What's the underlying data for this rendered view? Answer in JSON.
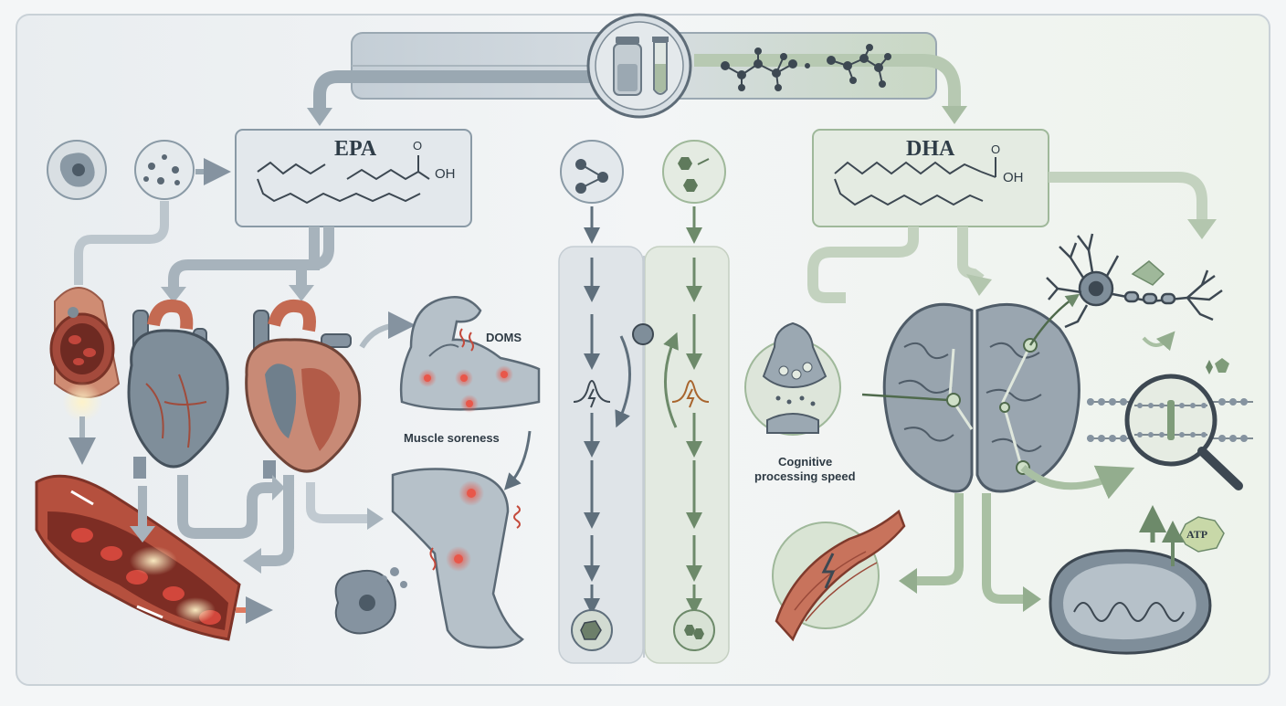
{
  "labels": {
    "epa": "EPA",
    "dha": "DHA",
    "oh_epa": "OH",
    "oh_dha": "OH",
    "o_epa": "O",
    "o_dha": "O",
    "doms": "DOMS",
    "muscle_soreness": "Muscle soreness",
    "cognitive_line1": "Cognitive",
    "cognitive_line2": "processing speed",
    "atp": "ATP"
  },
  "colors": {
    "epa_accent": "#8a9aa6",
    "dha_accent": "#9fb89a",
    "inflammation": "#d9574a",
    "vessel": "#b5503e",
    "background": "#f4f6f7"
  },
  "icons": [
    "vial-icon",
    "test-tube-icon",
    "molecule-icon",
    "heart-icon",
    "artery-icon",
    "arm-muscle-icon",
    "leg-icon",
    "immune-cell-icon",
    "brain-icon",
    "neuron-icon",
    "synapse-icon",
    "cell-membrane-icon",
    "magnifier-icon",
    "muscle-fiber-icon",
    "mitochondria-icon",
    "lightning-icon"
  ]
}
